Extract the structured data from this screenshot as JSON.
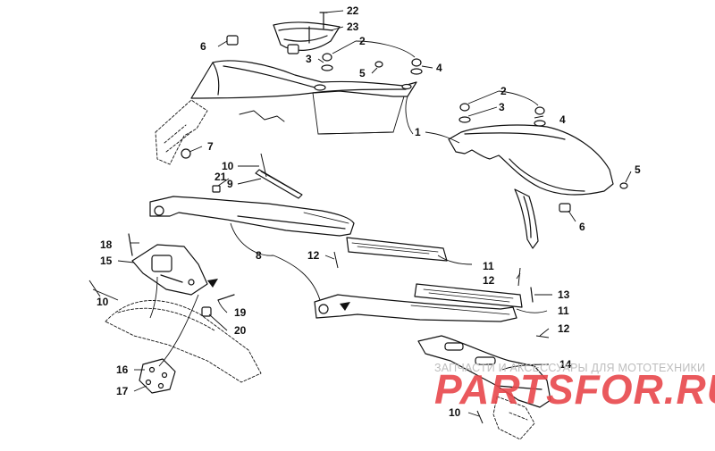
{
  "diagram": {
    "type": "exploded-parts-diagram",
    "callouts": [
      "1",
      "2",
      "3",
      "4",
      "5",
      "6",
      "7",
      "8",
      "9",
      "10",
      "11",
      "12",
      "13",
      "14",
      "15",
      "16",
      "17",
      "18",
      "19",
      "20",
      "21",
      "22",
      "23"
    ]
  },
  "watermark": {
    "tagline": "ЗАПЧАСТИ И АКСЕССУАРЫ ДЛЯ МОТОТЕХНИКИ",
    "logo_text": "PARTSFOR.RU",
    "colors": {
      "logo": "#e8484c",
      "tagline": "#bdbdbd"
    }
  },
  "colors": {
    "lines": "#111111",
    "background": "#ffffff"
  }
}
